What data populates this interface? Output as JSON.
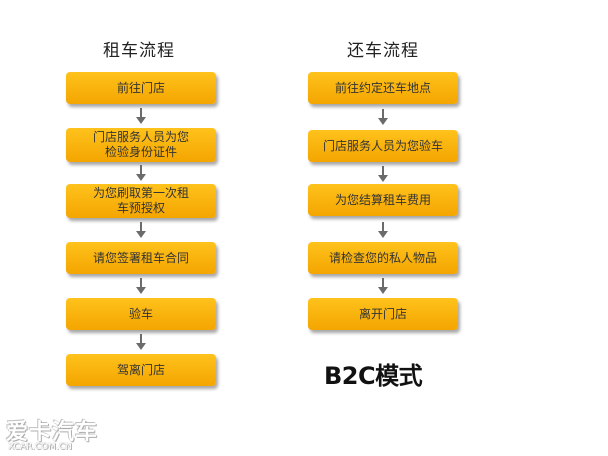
{
  "rental": {
    "title": "租车流程",
    "steps": [
      "前往门店",
      "门店服务人员为您检验身份证件",
      "为您刷取第一次租车预授权",
      "请您签署租车合同",
      "验车",
      "驾离门店"
    ]
  },
  "return": {
    "title": "还车流程",
    "steps": [
      "前往约定还车地点",
      "门店服务人员为您验车",
      "为您结算租车费用",
      "请检查您的私人物品",
      "离开门店"
    ]
  },
  "mode_label": "B2C模式",
  "watermark": {
    "brand": "爱卡汽车",
    "url": "XCAR.COM.CN"
  },
  "colors": {
    "box_top": "#ffc21c",
    "box_bottom": "#f4a500",
    "arrow": "#6b6b6b"
  }
}
